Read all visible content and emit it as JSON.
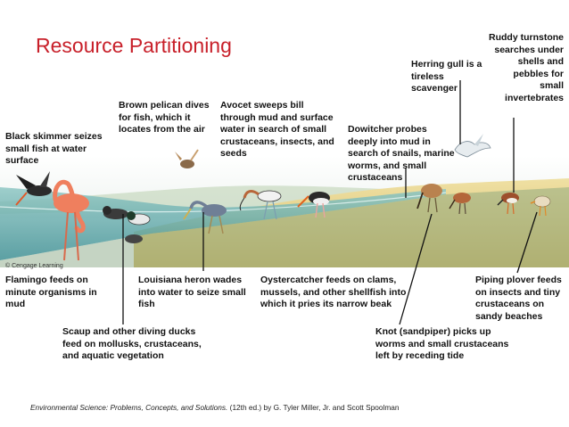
{
  "title": "Resource Partitioning",
  "labels": {
    "black_skimmer": "Black skimmer seizes small fish at water surface",
    "brown_pelican": "Brown pelican dives for fish, which it locates from the air",
    "avocet": "Avocet sweeps bill through mud and surface water in search of small crustaceans, insects, and seeds",
    "dowitcher": "Dowitcher probes deeply into mud in search of snails, marine worms, and small crustaceans",
    "herring_gull": "Herring gull is a tireless scavenger",
    "ruddy_turnstone": "Ruddy turnstone searches under shells and pebbles for small invertebrates",
    "flamingo": "Flamingo feeds on minute organisms in mud",
    "scaup": "Scaup and other diving ducks feed on mollusks, crustaceans, and aquatic vegetation",
    "louisiana_heron": "Louisiana heron wades into water to seize small fish",
    "oystercatcher": "Oystercatcher feeds on clams, mussels, and other shellfish into which it pries its narrow beak",
    "knot": "Knot (sandpiper) picks up worms and small crustaceans left by receding tide",
    "piping_plover": "Piping plover feeds on insects and tiny crustaceans on sandy beaches"
  },
  "copyright": "© Cengage Learning",
  "credit": {
    "book": "Environmental Science: Problems, Concepts, and Solutions.",
    "rest": " (12th ed.) by G. Tyler Miller, Jr. and Scott Spoolman"
  },
  "colors": {
    "title": "#c8202a",
    "water": "#5aa7a8",
    "sand": "#e6d38c",
    "sky": "#ffffff"
  }
}
